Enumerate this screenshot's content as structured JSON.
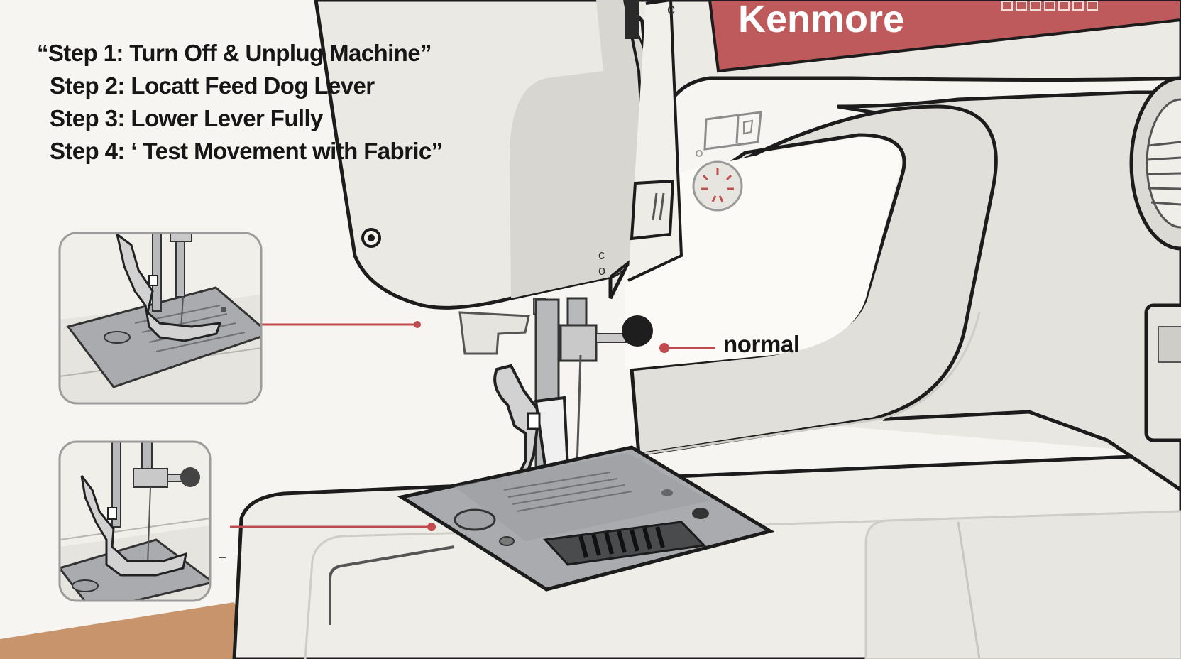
{
  "steps": [
    "“Step 1: Turn Off & Unplug Machine”",
    "Step 2: Locatt Feed Dog Lever",
    "Step 3: Lower Lever Fully",
    "Step 4: ‘ Test Movement with Fabric”"
  ],
  "brand": "Kenmore",
  "callout": "normal",
  "colors": {
    "background": "#f6f5f1",
    "machine_body": "#ecebe6",
    "brand_panel": "#bf5a5c",
    "needle_plate": "#a9abae",
    "callout_line": "#c24a4f",
    "table": "#c8946c"
  },
  "icons": [
    "stitch-dial-icon",
    "stitch-selector-icon",
    "feed-dog-icon",
    "presser-foot-icon"
  ]
}
